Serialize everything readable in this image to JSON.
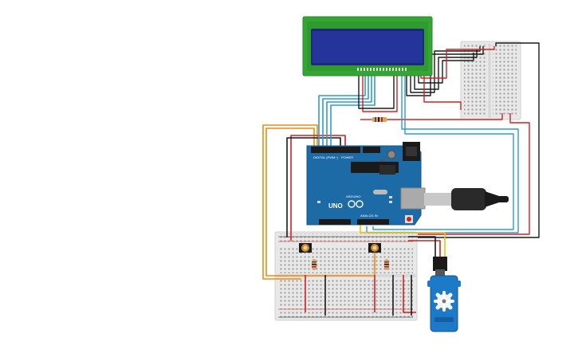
{
  "arduino": {
    "brand": "ARDUINO",
    "model": "UNO",
    "digital_header": "DIGITAL (PWM~)",
    "power_header": "POWER",
    "analog_header": "ANALOG IN"
  },
  "lcd": {
    "display_text": ""
  },
  "colors": {
    "board": "#1c6aa6",
    "lcd_frame": "#35a534",
    "lcd_screen": "#1e2a78",
    "wire_red": "#d42020",
    "wire_black": "#1a1a1a",
    "wire_blue": "#2e9ad6",
    "wire_orange": "#f08a10",
    "wire_yellow": "#f2c200",
    "servo_body": "#1c7ac9"
  },
  "icons": [
    "usb-cable-icon",
    "dc-jack-icon",
    "arduino-logo-icon",
    "reset-button-icon"
  ]
}
